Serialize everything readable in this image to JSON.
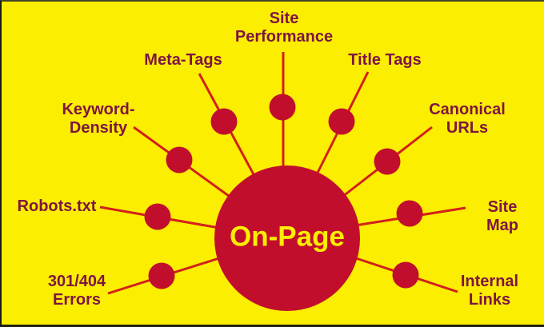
{
  "diagram": {
    "type": "radial-mind-map",
    "center_label": "On-Page",
    "branches": [
      {
        "id": "site-performance",
        "label": "Site\nPerformance"
      },
      {
        "id": "meta-tags",
        "label": "Meta-Tags"
      },
      {
        "id": "title-tags",
        "label": "Title Tags"
      },
      {
        "id": "keyword-density",
        "label": "Keyword-\nDensity"
      },
      {
        "id": "canonical-urls",
        "label": "Canonical\nURLs"
      },
      {
        "id": "robots-txt",
        "label": "Robots.txt"
      },
      {
        "id": "site-map",
        "label": "Site Map"
      },
      {
        "id": "errors-301-404",
        "label": "301/404\nErrors"
      },
      {
        "id": "internal-links",
        "label": "Internal\nLinks"
      }
    ]
  },
  "colors": {
    "background": "#fcee00",
    "circle": "#c20e2d",
    "node": "#c20e2d",
    "line": "#d2201a",
    "label_text": "#7d1542",
    "center_text": "#fcee00"
  }
}
